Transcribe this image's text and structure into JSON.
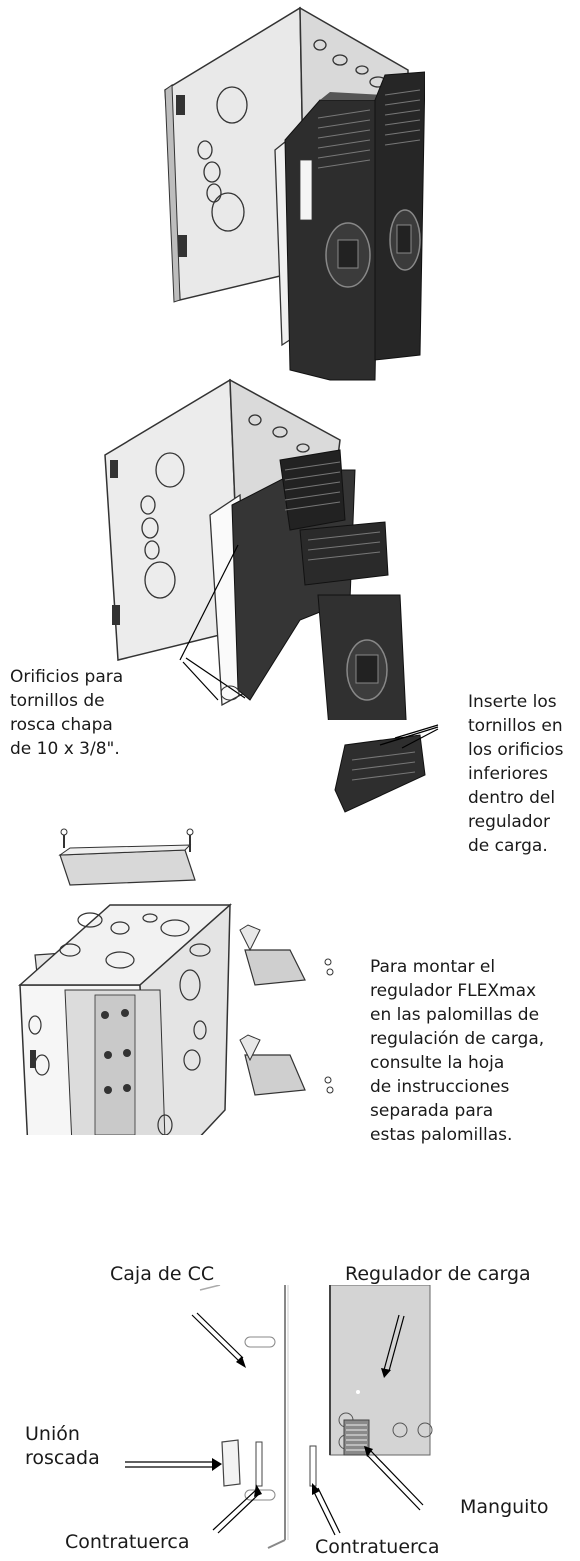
{
  "figure2": {
    "note_holes": [
      "Orificios para",
      "tornillos de",
      "rosca chapa",
      "de 10 x 3/8\"."
    ],
    "note_insert": [
      "Inserte los",
      "tornillos en",
      "los orificios",
      "inferiores",
      "dentro del",
      "regulador",
      "de carga."
    ]
  },
  "figure3": {
    "note_mount": [
      "Para montar el",
      "regulador FLEXmax",
      "en las palomillas de",
      "regulación de carga,",
      "consulte la hoja",
      "de instrucciones",
      "separada para",
      "estas palomillas."
    ]
  },
  "figure4": {
    "caja_de_cc": "Caja de CC",
    "regulador_de_carga": "Regulador de carga",
    "union_roscada": [
      "Unión",
      "roscada"
    ],
    "manguito": "Manguito",
    "contratuerca_left": "Contratuerca",
    "contratuerca_right": "Contratuerca"
  }
}
